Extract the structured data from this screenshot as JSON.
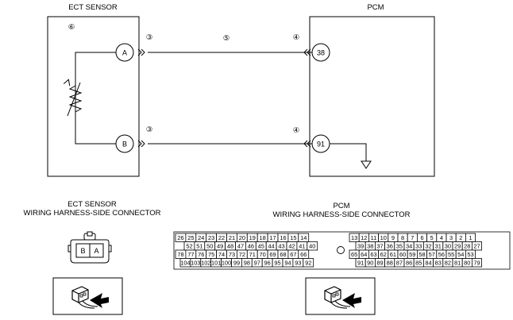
{
  "ecm_box_label": "ECT SENSOR",
  "pcm_box_label": "PCM",
  "ect_connector_title": [
    "ECT SENSOR",
    "WIRING HARNESS-SIDE CONNECTOR"
  ],
  "pcm_connector_title": [
    "PCM",
    "WIRING HARNESS-SIDE CONNECTOR"
  ],
  "callouts": {
    "ect_component": "⑥",
    "ect_pin_a_conn": "③",
    "ect_pin_b_conn": "③",
    "harness": "⑤",
    "pcm_pin_38_conn": "④",
    "pcm_pin_91_conn": "④"
  },
  "ect_pins": [
    "A",
    "B"
  ],
  "pcm_pins": [
    "38",
    "91"
  ],
  "ect_connector_face": [
    "B",
    "A"
  ],
  "pcm_connector_rows": [
    [
      "26",
      "25",
      "24",
      "23",
      "22",
      "21",
      "20",
      "19",
      "18",
      "17",
      "16",
      "15",
      "14",
      "13",
      "12",
      "11",
      "10",
      "9",
      "8",
      "7",
      "6",
      "5",
      "4",
      "3",
      "2",
      "1"
    ],
    [
      "52",
      "51",
      "50",
      "49",
      "48",
      "47",
      "46",
      "45",
      "44",
      "43",
      "42",
      "41",
      "40",
      "39",
      "38",
      "37",
      "36",
      "35",
      "34",
      "33",
      "32",
      "31",
      "30",
      "29",
      "28",
      "27"
    ],
    [
      "78",
      "77",
      "76",
      "75",
      "74",
      "73",
      "72",
      "71",
      "70",
      "69",
      "68",
      "67",
      "66",
      "65",
      "64",
      "63",
      "62",
      "61",
      "60",
      "59",
      "58",
      "57",
      "56",
      "55",
      "54",
      "53"
    ],
    [
      "104",
      "103",
      "102",
      "101",
      "100",
      "99",
      "98",
      "97",
      "96",
      "95",
      "94",
      "93",
      "92",
      "91",
      "90",
      "89",
      "88",
      "87",
      "86",
      "85",
      "84",
      "83",
      "82",
      "81",
      "80",
      "79"
    ]
  ]
}
